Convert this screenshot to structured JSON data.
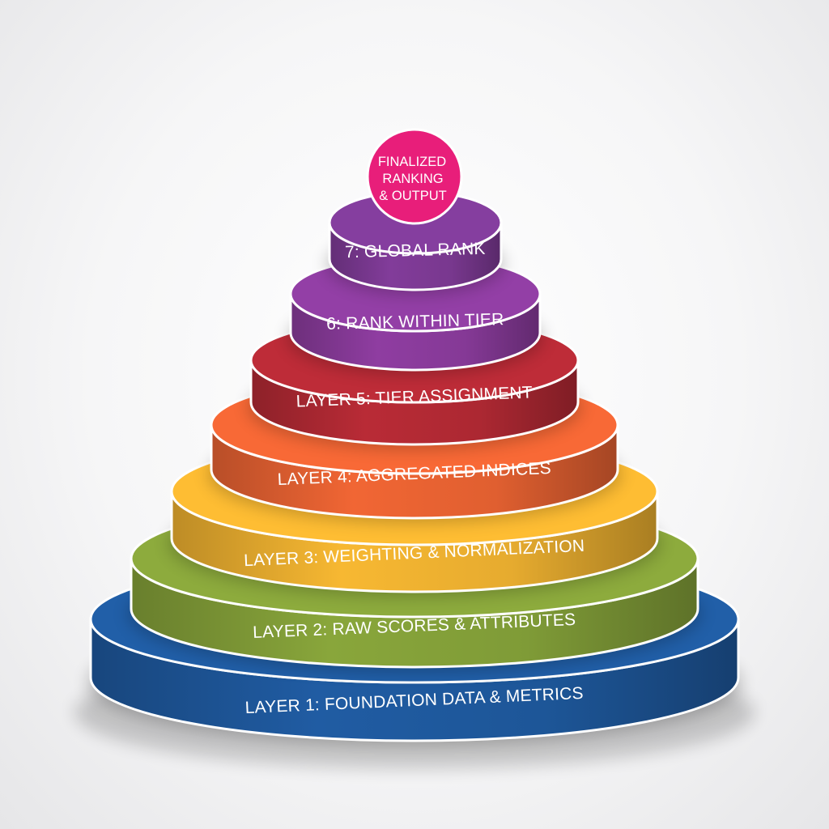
{
  "diagram": {
    "type": "stacked-tier-pyramid",
    "top_badge": {
      "lines": [
        "FINALIZED",
        "RANKING",
        "& OUTPUT"
      ],
      "color": "#e81e7a"
    },
    "layers": [
      {
        "label": "LAYER 1: FOUNDATION DATA & METRICS",
        "color": "#1f5aa0"
      },
      {
        "label": "LAYER 2: RAW SCORES & ATTRIBUTES",
        "color": "#86a33a"
      },
      {
        "label": "LAYER 3: WEIGHTING & NORMALIZATION",
        "color": "#f2b431"
      },
      {
        "label": "LAYER 4: AGGREGATED INDICES",
        "color": "#ec6433"
      },
      {
        "label": "LAYER 5: TIER ASSIGNMENT",
        "color": "#b52a35"
      },
      {
        "label": "6: RANK WITHIN TIER",
        "color": "#8c3c9e"
      },
      {
        "label": "7: GLOBAL RANK",
        "color": "#7f3b97"
      }
    ]
  }
}
